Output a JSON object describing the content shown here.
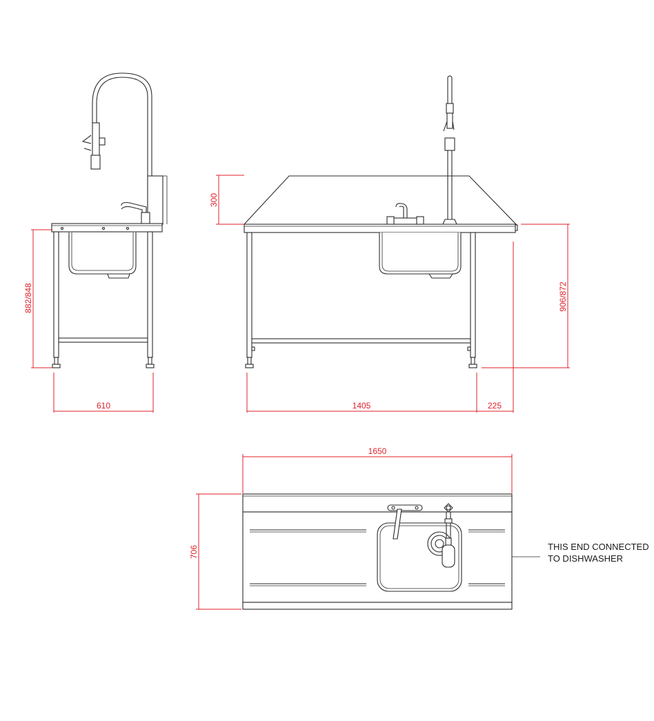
{
  "dimensions": {
    "side_height": "882/848",
    "side_depth": "610",
    "front_splash_height": "300",
    "front_height": "906/872",
    "front_width": "1405",
    "front_overhang": "225",
    "plan_length": "1650",
    "plan_depth": "706"
  },
  "notes": {
    "dishwasher_line1": "THIS END CONNECTED",
    "dishwasher_line2": "TO DISHWASHER"
  },
  "colors": {
    "dimension": "#e0202a",
    "outline": "#2b2b2b"
  }
}
